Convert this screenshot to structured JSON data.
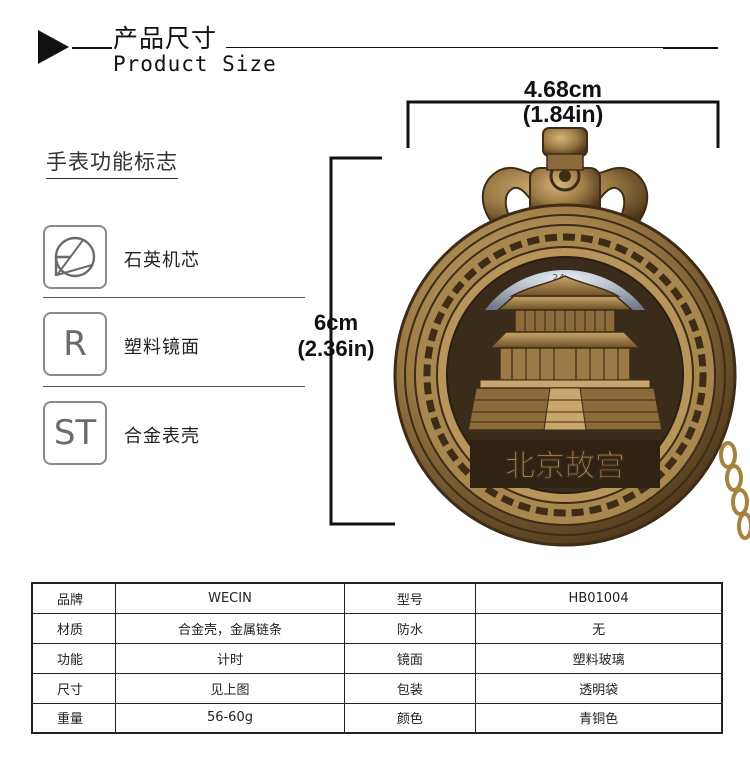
{
  "header": {
    "title_cn": "产品尺寸",
    "title_en": "Product Size"
  },
  "functions": {
    "title": "手表功能标志",
    "items": [
      {
        "icon": "quartz-movement-icon",
        "label": "石英机芯"
      },
      {
        "letter": "R",
        "icon": "plastic-mirror-icon",
        "label": "塑料镜面"
      },
      {
        "letter": "ST",
        "icon": "alloy-case-icon",
        "label": "合金表壳"
      }
    ]
  },
  "dimensions": {
    "width_cm": "4.68cm",
    "width_in": "(1.84in)",
    "height_cm": "6cm",
    "height_in": "(2.36in)"
  },
  "watch": {
    "face_text": "北京故宫",
    "dial_number": "24",
    "colors": {
      "bronze_light": "#c9a66b",
      "bronze_mid": "#8b6a3b",
      "bronze_dark": "#3e2c16"
    }
  },
  "specs": {
    "rows": [
      [
        "品牌",
        "WECIN",
        "型号",
        "HB01004"
      ],
      [
        "材质",
        "合金壳，金属链条",
        "防水",
        "无"
      ],
      [
        "功能",
        "计时",
        "镜面",
        "塑料玻璃"
      ],
      [
        "尺寸",
        "见上图",
        "包装",
        "透明袋"
      ],
      [
        "重量",
        "56-60g",
        "颜色",
        "青铜色"
      ]
    ]
  }
}
